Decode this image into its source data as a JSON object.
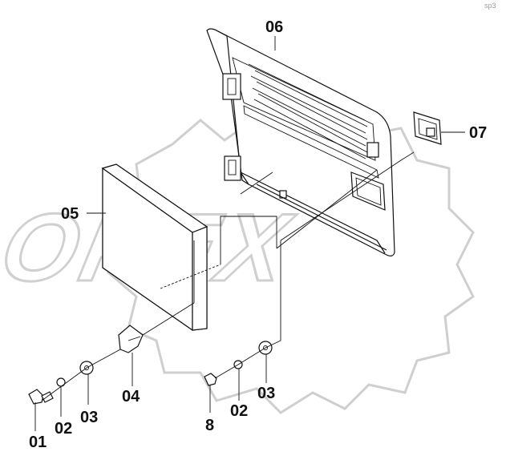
{
  "diagram": {
    "labels": {
      "p01": "01",
      "p02a": "02",
      "p03a": "03",
      "p04": "04",
      "p05": "05",
      "p06": "06",
      "p07": "07",
      "p8": "8",
      "p02b": "02",
      "p03b": "03"
    },
    "watermark": "OPEX",
    "corner_stamp": "sp3"
  },
  "colors": {
    "ink": "#111111",
    "watermark": "#cfcfcf",
    "background": "#ffffff"
  }
}
